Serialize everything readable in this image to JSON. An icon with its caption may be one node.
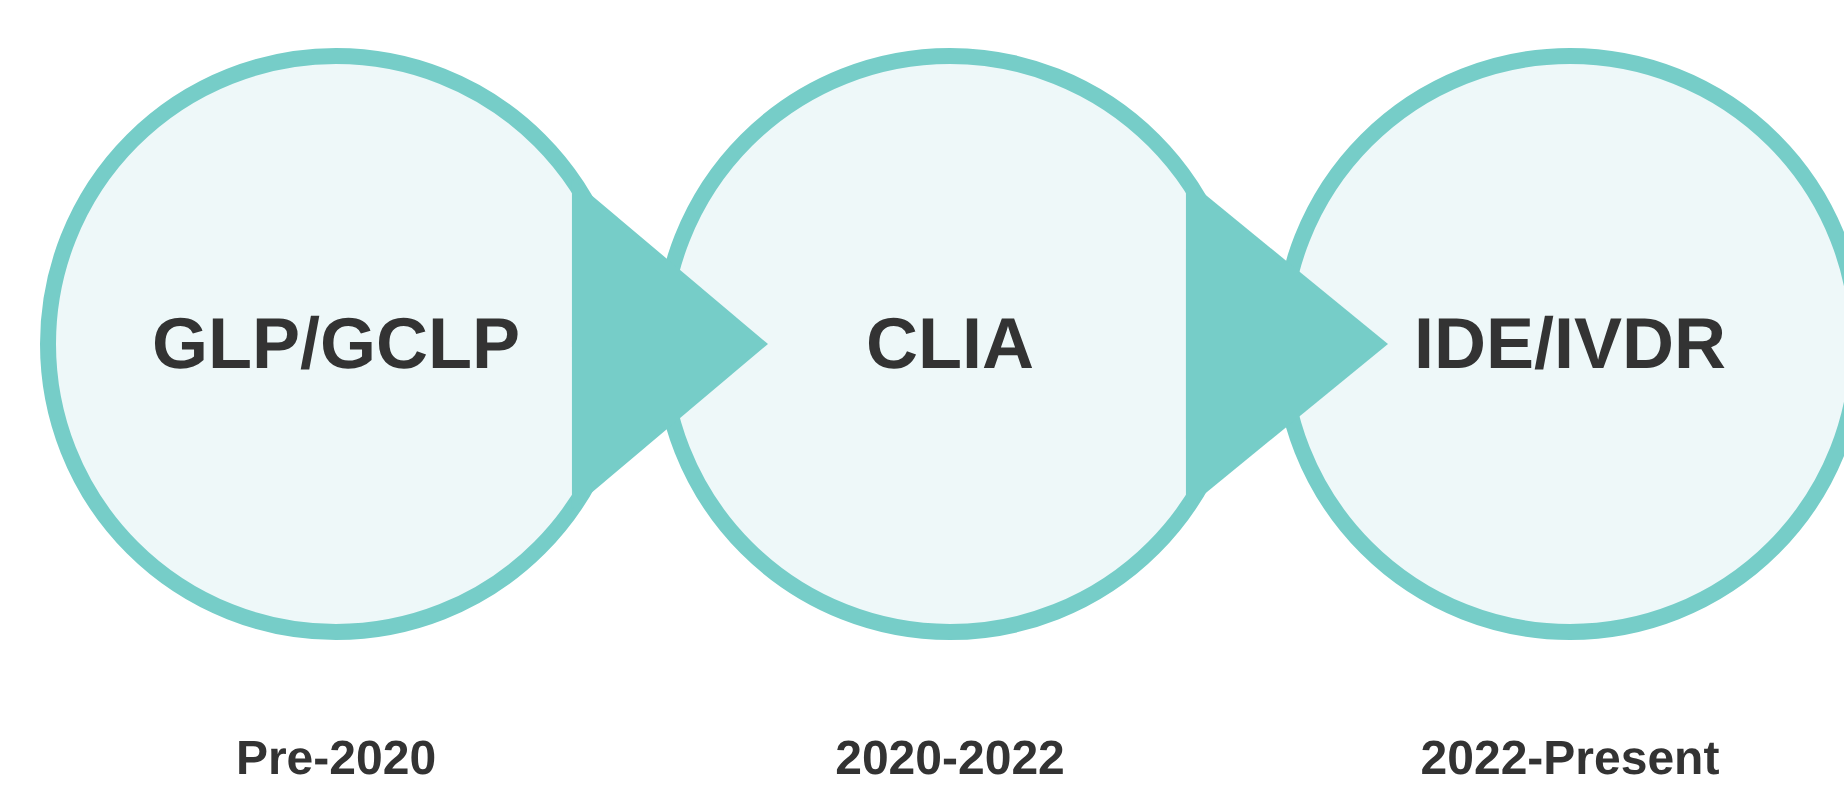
{
  "diagram": {
    "nodes": [
      {
        "text": [
          "GLP/GCLP"
        ],
        "beside": [
          "Pre-2020"
        ]
      },
      {
        "text": [
          "CLIA"
        ],
        "beside": [
          "2020-2022"
        ]
      },
      {
        "text": [
          "IDE/IVDR"
        ],
        "beside": [
          "2022-Present"
        ]
      }
    ],
    "edges": [
      {
        "from": 0,
        "to": 1,
        "arrow": "to"
      },
      {
        "from": 1,
        "to": 2,
        "arrow": "to"
      }
    ]
  }
}
